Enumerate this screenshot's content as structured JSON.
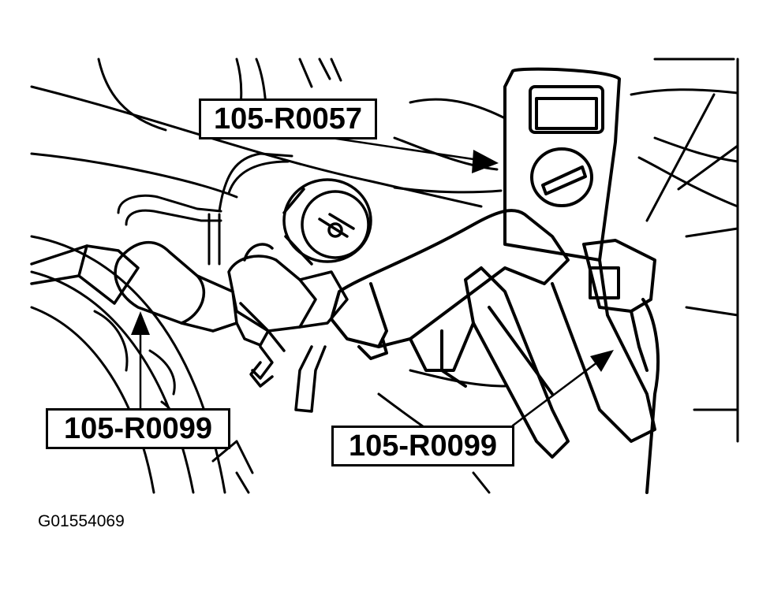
{
  "callouts": {
    "top": "105-R0057",
    "left": "105-R0099",
    "right": "105-R0099"
  },
  "figure_id": "G01554069",
  "colors": {
    "ink": "#000000",
    "paper": "#ffffff"
  }
}
